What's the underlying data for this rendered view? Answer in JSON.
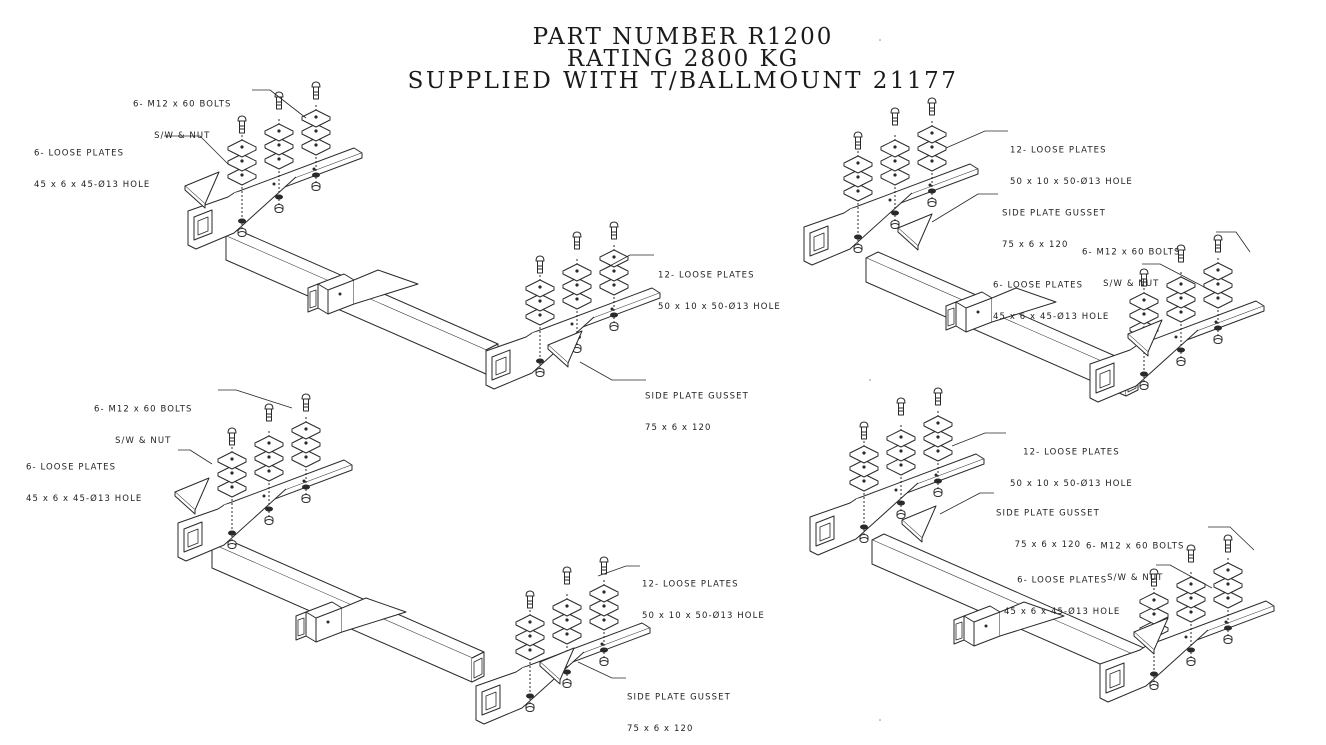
{
  "title": {
    "part_number": "PART NUMBER R1200",
    "rating": "RATING  2800 KG",
    "supplied_with": "SUPPLIED WITH T/BALLMOUNT 21177"
  },
  "callouts": {
    "bolts": {
      "line1": "6- M12 x 60 BOLTS",
      "line2": "S/W & NUT"
    },
    "small_plates": {
      "line1": "6- LOOSE PLATES",
      "line2": "45 x 6 x 45-Ø13 HOLE"
    },
    "large_plates": {
      "line1": "12- LOOSE PLATES",
      "line2": "50 x 10 x 50-Ø13 HOLE"
    },
    "gusset": {
      "line1": "SIDE PLATE GUSSET",
      "line2": "75 x 6 x 120"
    }
  },
  "views": [
    {
      "id": "top-left",
      "receiver_position": "center"
    },
    {
      "id": "top-right",
      "receiver_position": "center"
    },
    {
      "id": "bottom-left",
      "receiver_position": "under"
    },
    {
      "id": "bottom-right",
      "receiver_position": "under"
    }
  ],
  "colors": {
    "line": "#2a2a2a",
    "background": "#ffffff"
  }
}
